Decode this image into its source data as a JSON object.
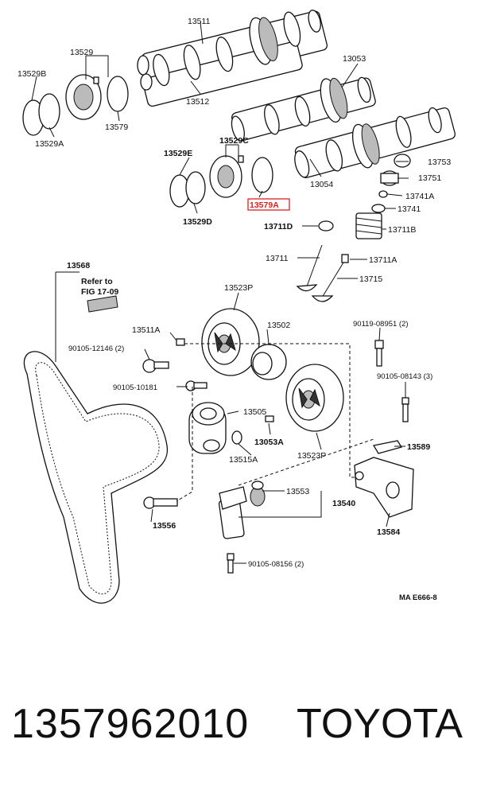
{
  "diagram": {
    "labels": {
      "p13511": "13511",
      "p13529": "13529",
      "p13529B": "13529B",
      "p13512": "13512",
      "p13529A": "13529A",
      "p13579": "13579",
      "p13053": "13053",
      "p13529C": "13529C",
      "p13529E": "13529E",
      "p13753": "13753",
      "p13751": "13751",
      "p13054": "13054",
      "p13741A": "13741A",
      "p13741": "13741",
      "p13529D": "13529D",
      "p13579A": "13579A",
      "p13711D": "13711D",
      "p13711B": "13711B",
      "p13711": "13711",
      "p13711A": "13711A",
      "p13715": "13715",
      "p13568": "13568",
      "refer1": "Refer to",
      "refer2": "FIG 17-09",
      "p13523P_top": "13523P",
      "p13511A": "13511A",
      "p13502": "13502",
      "b90119": "90119-08951 (2)",
      "b90105_12146": "90105-12146 (2)",
      "b90105_10181": "90105-10181",
      "b90105_08143": "90105-08143 (3)",
      "p13505": "13505",
      "p13053A": "13053A",
      "p13515A": "13515A",
      "p13523P_bot": "13523P",
      "p13589": "13589",
      "p13553": "13553",
      "p13540": "13540",
      "p13556": "13556",
      "p13584": "13584",
      "b90105_08156": "90105-08156 (2)",
      "code": "MA E666-8"
    },
    "highlight_color": "#e02020"
  },
  "footer": {
    "part_number": "1357962010",
    "brand": "TOYOTA"
  }
}
